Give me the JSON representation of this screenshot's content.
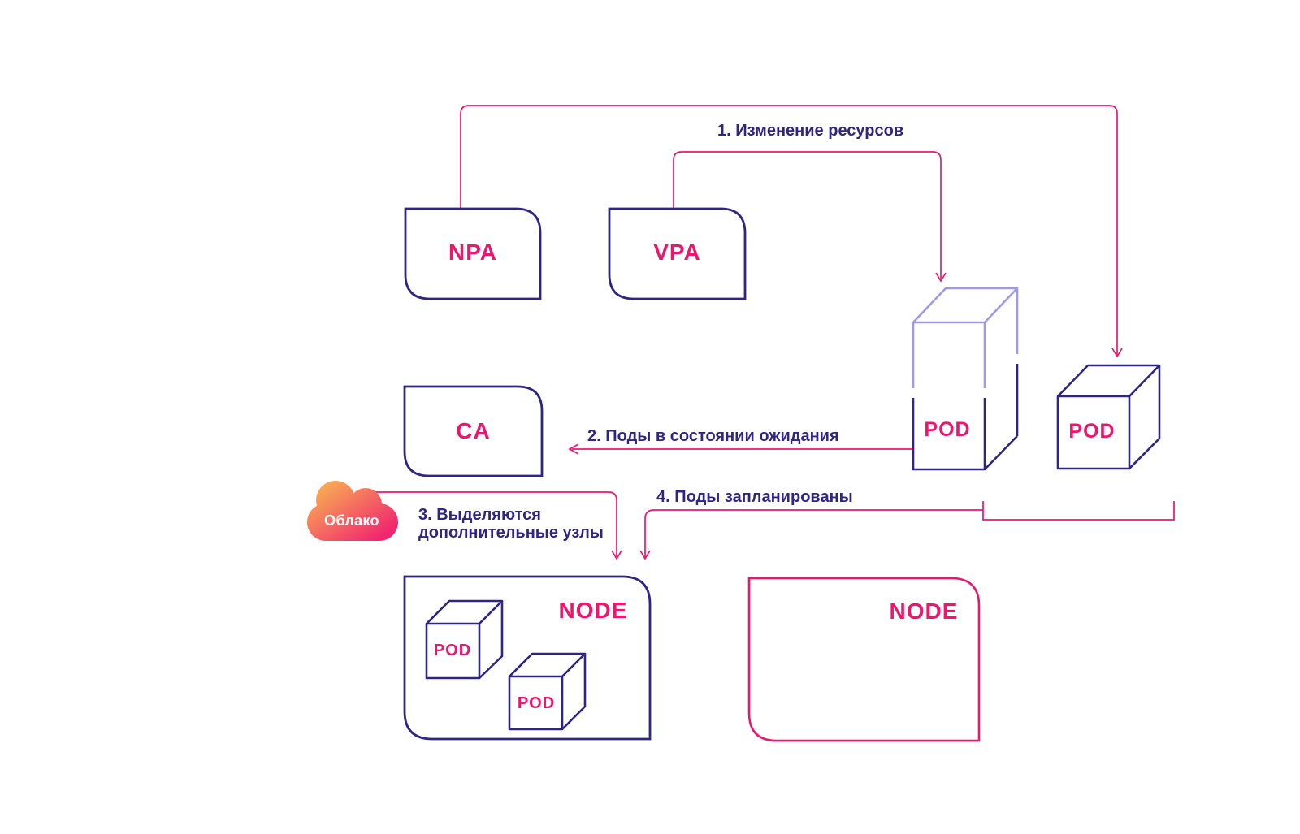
{
  "colors": {
    "background": "#FFFFFF",
    "navy": "#2F2583",
    "pink": "#EF156D",
    "lavender": "#A09AE6",
    "cloud_orange": "#F8A855",
    "cloud_pink": "#F0266E"
  },
  "nodes": {
    "npa": {
      "label": "NPA"
    },
    "vpa": {
      "label": "VPA"
    },
    "ca": {
      "label": "CA"
    },
    "cloud": {
      "label": "Облако"
    },
    "node_left": {
      "label": "NODE"
    },
    "node_right": {
      "label": "NODE"
    },
    "pod_tall": {
      "label": "POD"
    },
    "pod_cube": {
      "label": "POD"
    },
    "pod_small_1": {
      "label": "POD"
    },
    "pod_small_2": {
      "label": "POD"
    }
  },
  "annotations": {
    "step1": "1. Изменение ресурсов",
    "step2": "2. Поды в состоянии ожидания",
    "step3_line1": "3. Выделяются",
    "step3_line2": "дополнительные узлы",
    "step4": "4. Поды запланированы"
  }
}
